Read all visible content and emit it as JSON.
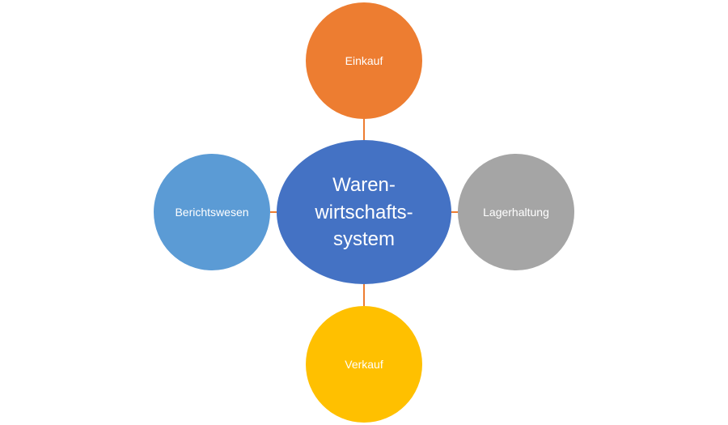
{
  "diagram": {
    "center": {
      "lines": [
        "Waren-",
        "wirtschafts-",
        "system"
      ],
      "color": "#4472C4"
    },
    "nodes": {
      "top": {
        "label": "Einkauf",
        "color": "#ED7D31"
      },
      "right": {
        "label": "Lagerhaltung",
        "color": "#A5A5A5"
      },
      "bottom": {
        "label": "Verkauf",
        "color": "#FFC000"
      },
      "left": {
        "label": "Berichtswesen",
        "color": "#5B9BD5"
      }
    },
    "connector_color": "#ED7D31"
  }
}
